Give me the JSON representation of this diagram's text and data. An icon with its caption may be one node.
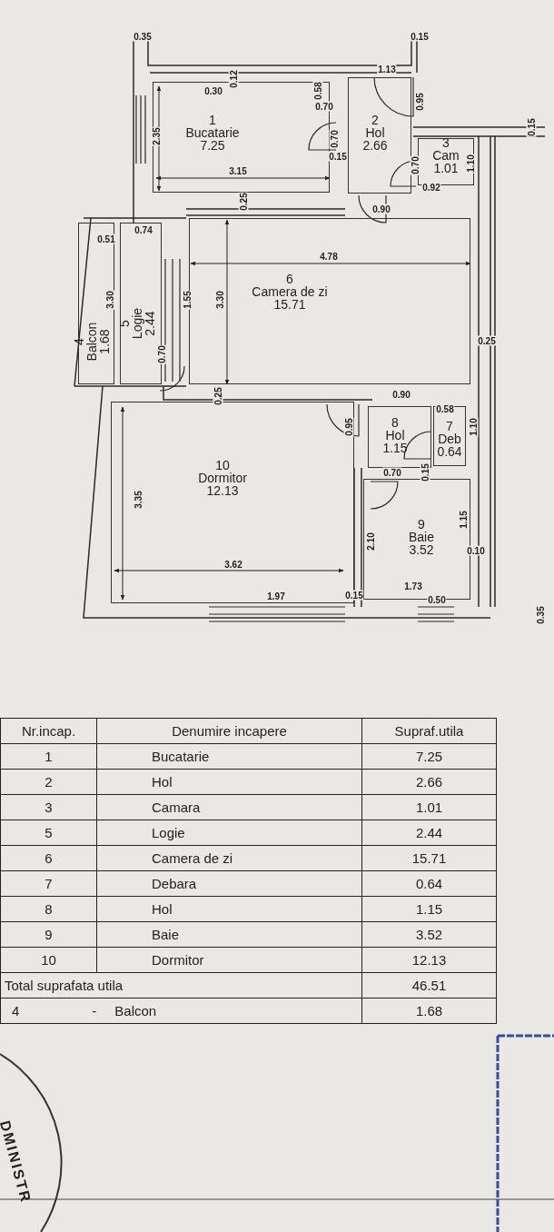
{
  "diagram": {
    "nodes": [
      {
        "text": [
          "1",
          "Bucatarie",
          "7.25"
        ]
      },
      {
        "text": [
          "2",
          "Hol",
          "2.66"
        ]
      },
      {
        "text": [
          "3",
          "Cam",
          "1.01"
        ]
      },
      {
        "text": [
          "4",
          "Balcon",
          "1.68"
        ]
      },
      {
        "text": [
          "5",
          "Logie",
          "2.44"
        ]
      },
      {
        "text": [
          "6",
          "Camera de zi",
          "15.71"
        ]
      },
      {
        "text": [
          "7",
          "Deb",
          "0.64"
        ]
      },
      {
        "text": [
          "8",
          "Hol",
          "1.15"
        ]
      },
      {
        "text": [
          "9",
          "Baie",
          "3.52"
        ]
      },
      {
        "text": [
          "10",
          "Dormitor",
          "12.13"
        ]
      }
    ],
    "labels": [
      "0.35",
      "0.15",
      "0.30",
      "0.12",
      "0.58",
      "0.70",
      "1.13",
      "0.95",
      "2.35",
      "0.70",
      "0.15",
      "3.15",
      "0.15",
      "0.70",
      "1.10",
      "0.92",
      "0.25",
      "0.90",
      "0.51",
      "0.74",
      "4.78",
      "3.30",
      "1.55",
      "3.30",
      "0.70",
      "0.25",
      "0.25",
      "0.90",
      "0.58",
      "0.95",
      "1.10",
      "0.70",
      "0.15",
      "3.35",
      "1.15",
      "2.10",
      "0.10",
      "3.62",
      "1.97",
      "0.15",
      "1.73",
      "0.50",
      "0.35",
      "Nr.incap.",
      "Denumire incapere",
      "Supraf.utila",
      "1",
      "Bucatarie",
      "7.25",
      "2",
      "Hol",
      "2.66",
      "3",
      "Camara",
      "1.01",
      "5",
      "Logie",
      "2.44",
      "6",
      "Camera de zi",
      "15.71",
      "7",
      "Debara",
      "0.64",
      "8",
      "Hol",
      "1.15",
      "9",
      "Baie",
      "3.52",
      "10",
      "Dormitor",
      "12.13",
      "Total suprafata utila",
      "46.51",
      "4",
      "-",
      "Balcon",
      "1.68",
      "DMINISTR"
    ]
  }
}
